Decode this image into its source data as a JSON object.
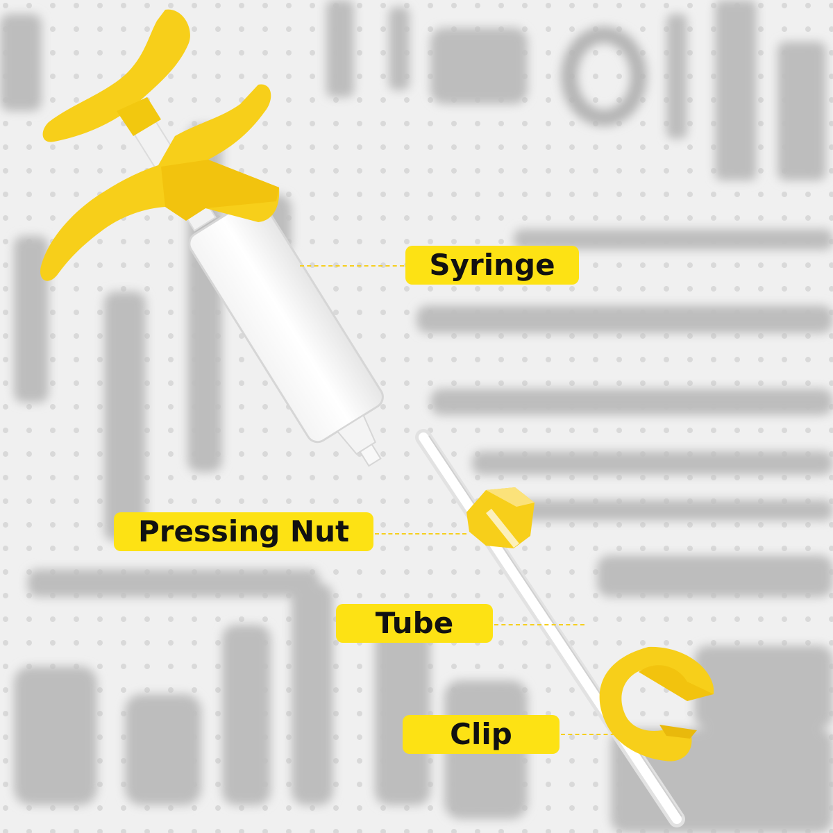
{
  "labels": {
    "syringe": "Syringe",
    "pressing_nut": "Pressing Nut",
    "tube": "Tube",
    "clip": "Clip"
  },
  "colors": {
    "label_bg": "#fde214",
    "part_yellow": "#f7cf1a",
    "leader": "#f6cf1d",
    "background_blur": "#c8c8c8"
  }
}
